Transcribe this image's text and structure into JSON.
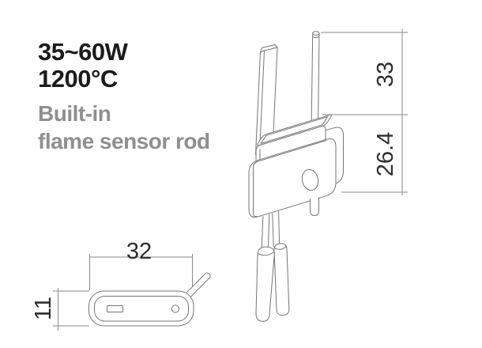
{
  "title_block": {
    "power_rating": "35~60W",
    "max_temperature": "1200°C"
  },
  "feature_block": {
    "line1": "Built-in",
    "line2": "flame sensor rod"
  },
  "dimensions": {
    "rod_exposed_length": "33",
    "upper_body_height": "26.4",
    "body_width": "32",
    "body_depth": "11"
  },
  "colors": {
    "background": "#ffffff",
    "primary_text": "#1b1b1b",
    "secondary_text": "#8f8f8f",
    "drawing_line": "#757575",
    "dimension_line": "#8a8a8a",
    "dimension_text": "#2d2d2d"
  }
}
